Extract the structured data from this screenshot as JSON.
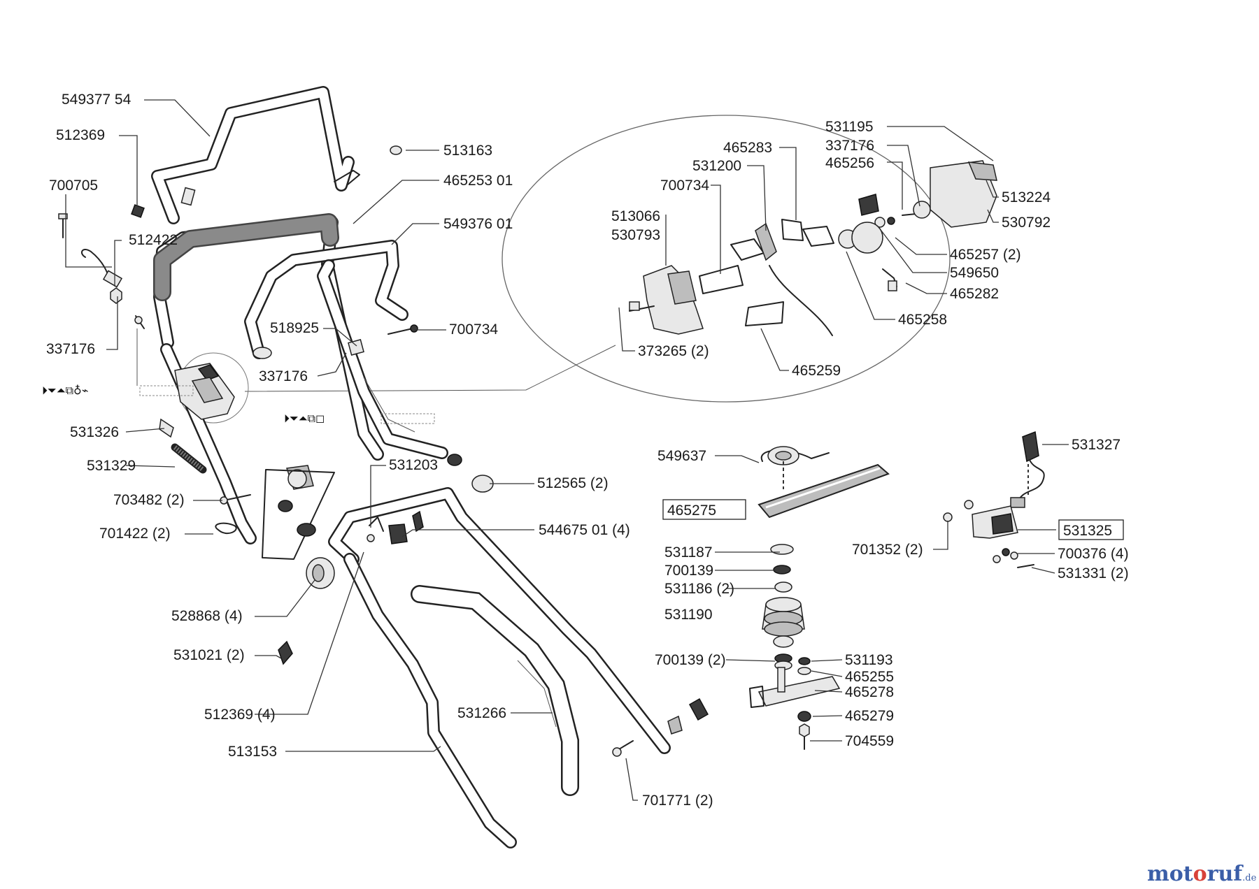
{
  "diagram": {
    "labels": {
      "l_549377_54": "549377 54",
      "l_512369": "512369",
      "l_700705": "700705",
      "l_512422": "512422",
      "l_337176_a": "337176",
      "l_513163": "513163",
      "l_465253_01": "465253 01",
      "l_549376_01": "549376 01",
      "l_518925": "518925",
      "l_700734_a": "700734",
      "l_337176_b": "337176",
      "l_531326": "531326",
      "l_531329": "531329",
      "l_703482": "703482 (2)",
      "l_701422": "701422 (2)",
      "l_531203": "531203",
      "l_512565": "512565 (2)",
      "l_544675_01": "544675 01 (4)",
      "l_528868": "528868 (4)",
      "l_531021": "531021 (2)",
      "l_512369_4": "512369 (4)",
      "l_531266": "531266",
      "l_513153": "513153",
      "l_701771": "701771 (2)",
      "l_531195": "531195",
      "l_337176_c": "337176",
      "l_465283": "465283",
      "l_465256": "465256",
      "l_531200": "531200",
      "l_700734_b": "700734",
      "l_513066": "513066",
      "l_530793": "530793",
      "l_513224": "513224",
      "l_530792": "530792",
      "l_465257": "465257 (2)",
      "l_549650": "549650",
      "l_465282": "465282",
      "l_465258": "465258",
      "l_373265": "373265 (2)",
      "l_465259": "465259",
      "l_549637": "549637",
      "l_465275": "465275",
      "l_531187": "531187",
      "l_700139": "700139",
      "l_531186": "531186 (2)",
      "l_531190": "531190",
      "l_700139_2": "700139 (2)",
      "l_531193": "531193",
      "l_465255": "465255",
      "l_465278": "465278",
      "l_465279": "465279",
      "l_704559": "704559",
      "l_531327": "531327",
      "l_531325": "531325",
      "l_701352": "701352 (2)",
      "l_700376": "700376 (4)",
      "l_531331": "531331 (2)"
    },
    "symbol_rows": {
      "left": "⏵⏷⏶⧉♁⌁",
      "right": "⏵⏷⏶⧉◻"
    },
    "watermark": {
      "part1": "mot",
      "part2": "o",
      "part3": "ruf",
      "suffix": ".de",
      "color_blue": "#3b5ea8",
      "color_red": "#d8423a"
    }
  }
}
